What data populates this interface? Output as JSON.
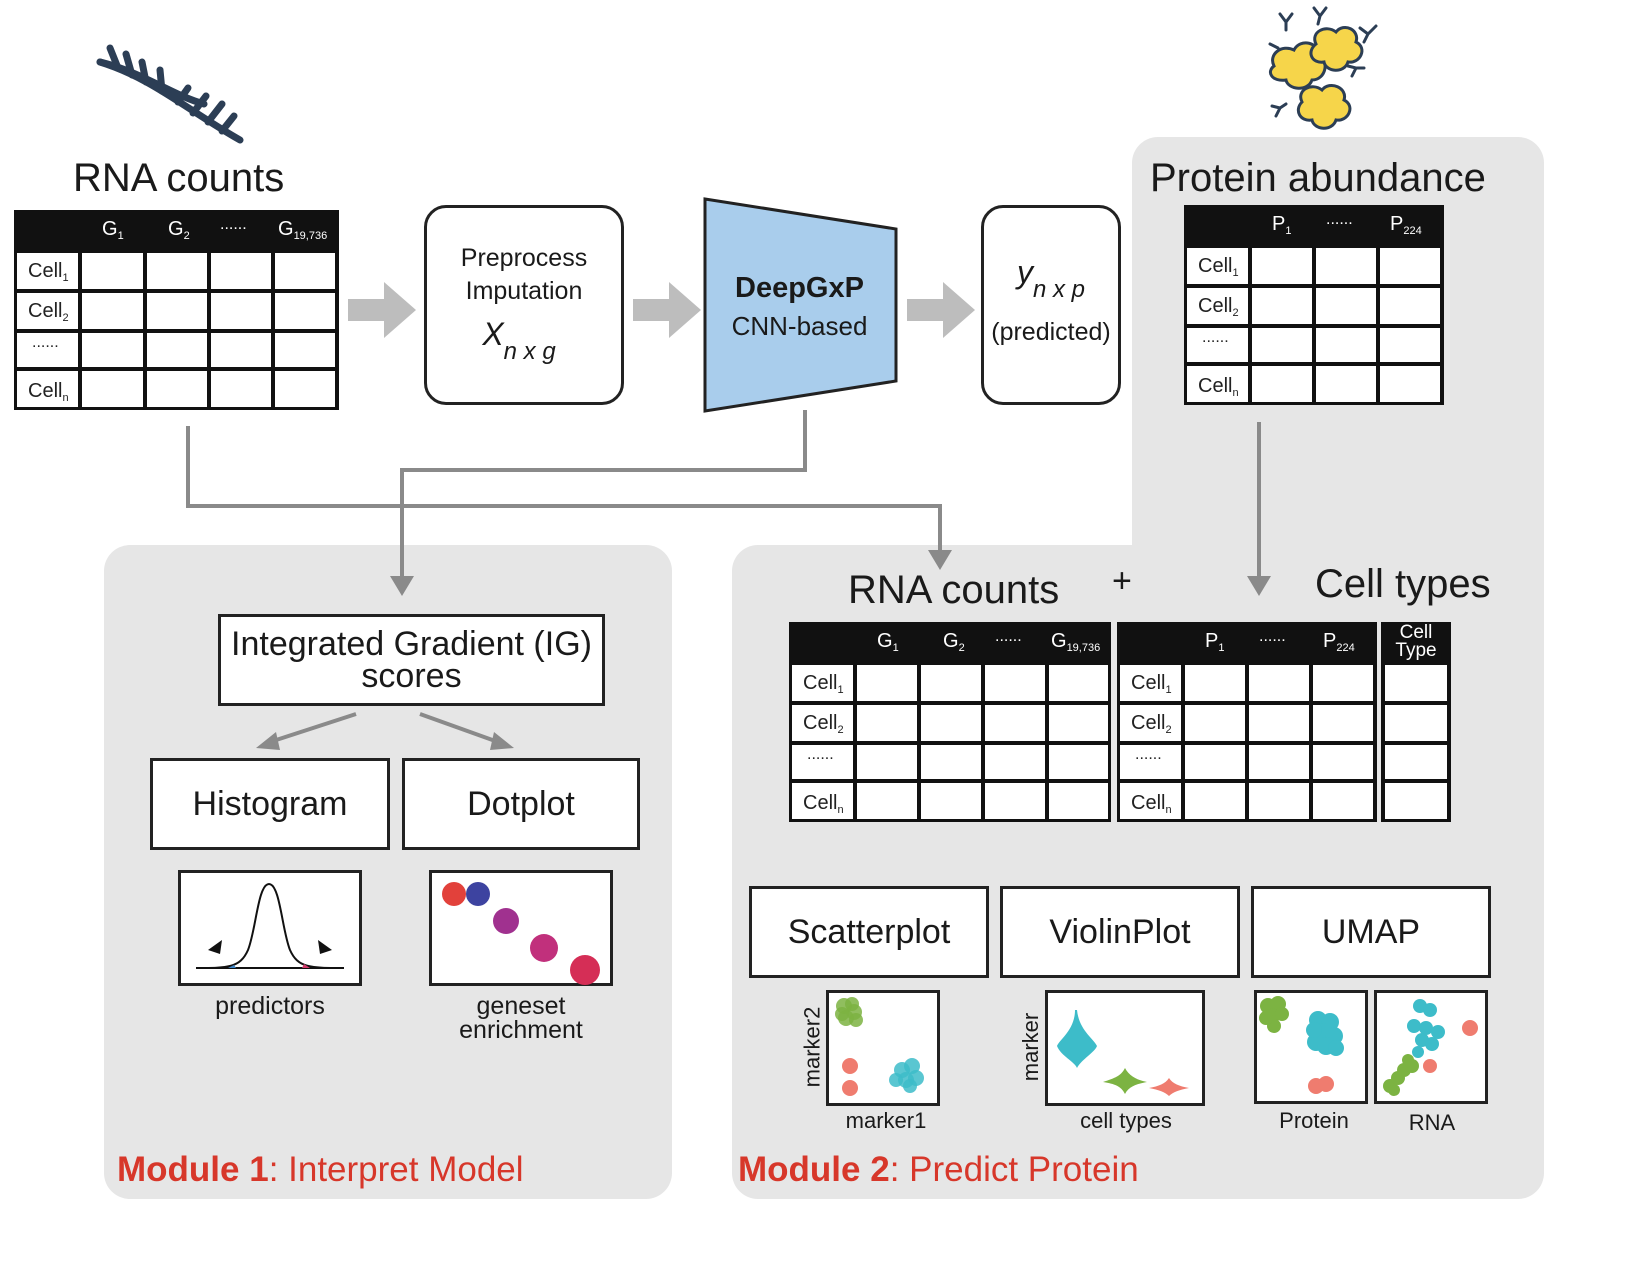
{
  "rna_counts_title": "RNA counts",
  "protein_title": "Protein abundance",
  "table_labels": {
    "gene1": "G",
    "gene1_sub": "1",
    "gene2": "G",
    "gene2_sub": "2",
    "gene_last": "G",
    "gene_last_sub": "19,736",
    "prot1": "P",
    "prot1_sub": "1",
    "prot_last": "P",
    "prot_last_sub": "224",
    "ellipsis": "......",
    "cell": "Cell",
    "cell1_sub": "1",
    "cell2_sub": "2",
    "celln_sub": "n",
    "cell_type_line1": "Cell",
    "cell_type_line2": "Type"
  },
  "preprocess": {
    "line1": "Preprocess",
    "line2": "Imputation",
    "var": "X",
    "var_sub": "n x g"
  },
  "model": {
    "name": "DeepGxP",
    "desc": "CNN-based"
  },
  "output": {
    "var": "y",
    "var_sub": "n x p",
    "note": "(predicted)"
  },
  "module1": {
    "ig_line1": "Integrated Gradient (IG)",
    "ig_line2": "scores",
    "histogram": "Histogram",
    "dotplot": "Dotplot",
    "predictors": "predictors",
    "geneset_line1": "geneset",
    "geneset_line2": "enrichment",
    "label_bold": "Module 1",
    "label_rest": ": Interpret Model"
  },
  "module2": {
    "rna_counts": "RNA counts",
    "plus": "+",
    "cell_types": "Cell types",
    "scatterplot": "Scatterplot",
    "violinplot": "ViolinPlot",
    "umap": "UMAP",
    "marker1": "marker1",
    "marker2": "marker2",
    "marker": "marker",
    "cell_types_axis": "cell types",
    "protein": "Protein",
    "rna": "RNA",
    "label_bold": "Module 2",
    "label_rest": ": Predict Protein"
  },
  "colors": {
    "panel": "#e6e6e6",
    "model_fill": "#a9cdec",
    "module_label": "#d7372a",
    "arrow": "#bdbdbd",
    "connector": "#8a8a8a",
    "green": "#7cb342",
    "teal": "#3dbcc9",
    "salmon": "#ef7c6f",
    "yellow": "#f6d54a",
    "navy": "#2c3e55"
  }
}
